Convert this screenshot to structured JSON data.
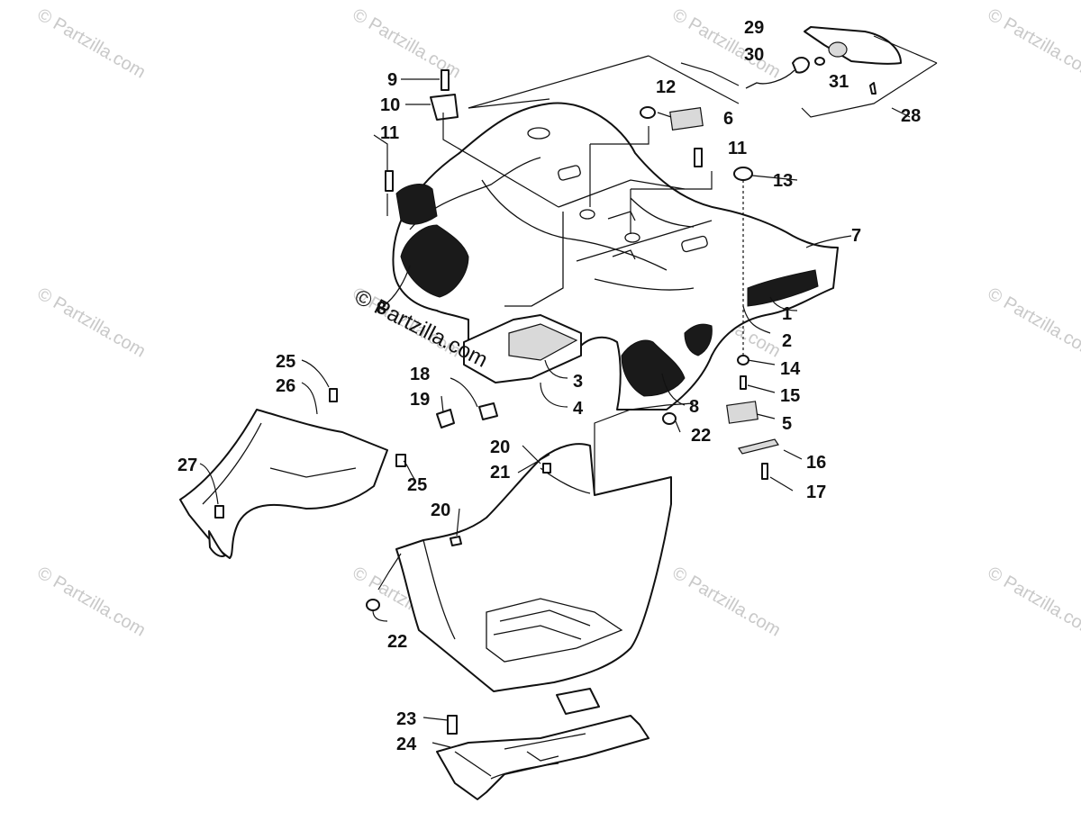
{
  "diagram": {
    "watermark_text": "© Partzilla.com",
    "copyright_text": "© Partzilla.com",
    "callouts": [
      "1",
      "2",
      "3",
      "4",
      "5",
      "6",
      "7",
      "8",
      "8",
      "9",
      "10",
      "11",
      "11",
      "12",
      "13",
      "14",
      "15",
      "16",
      "17",
      "18",
      "19",
      "20",
      "20",
      "21",
      "22",
      "22",
      "23",
      "24",
      "25",
      "25",
      "26",
      "27",
      "28",
      "29",
      "30",
      "31"
    ]
  }
}
